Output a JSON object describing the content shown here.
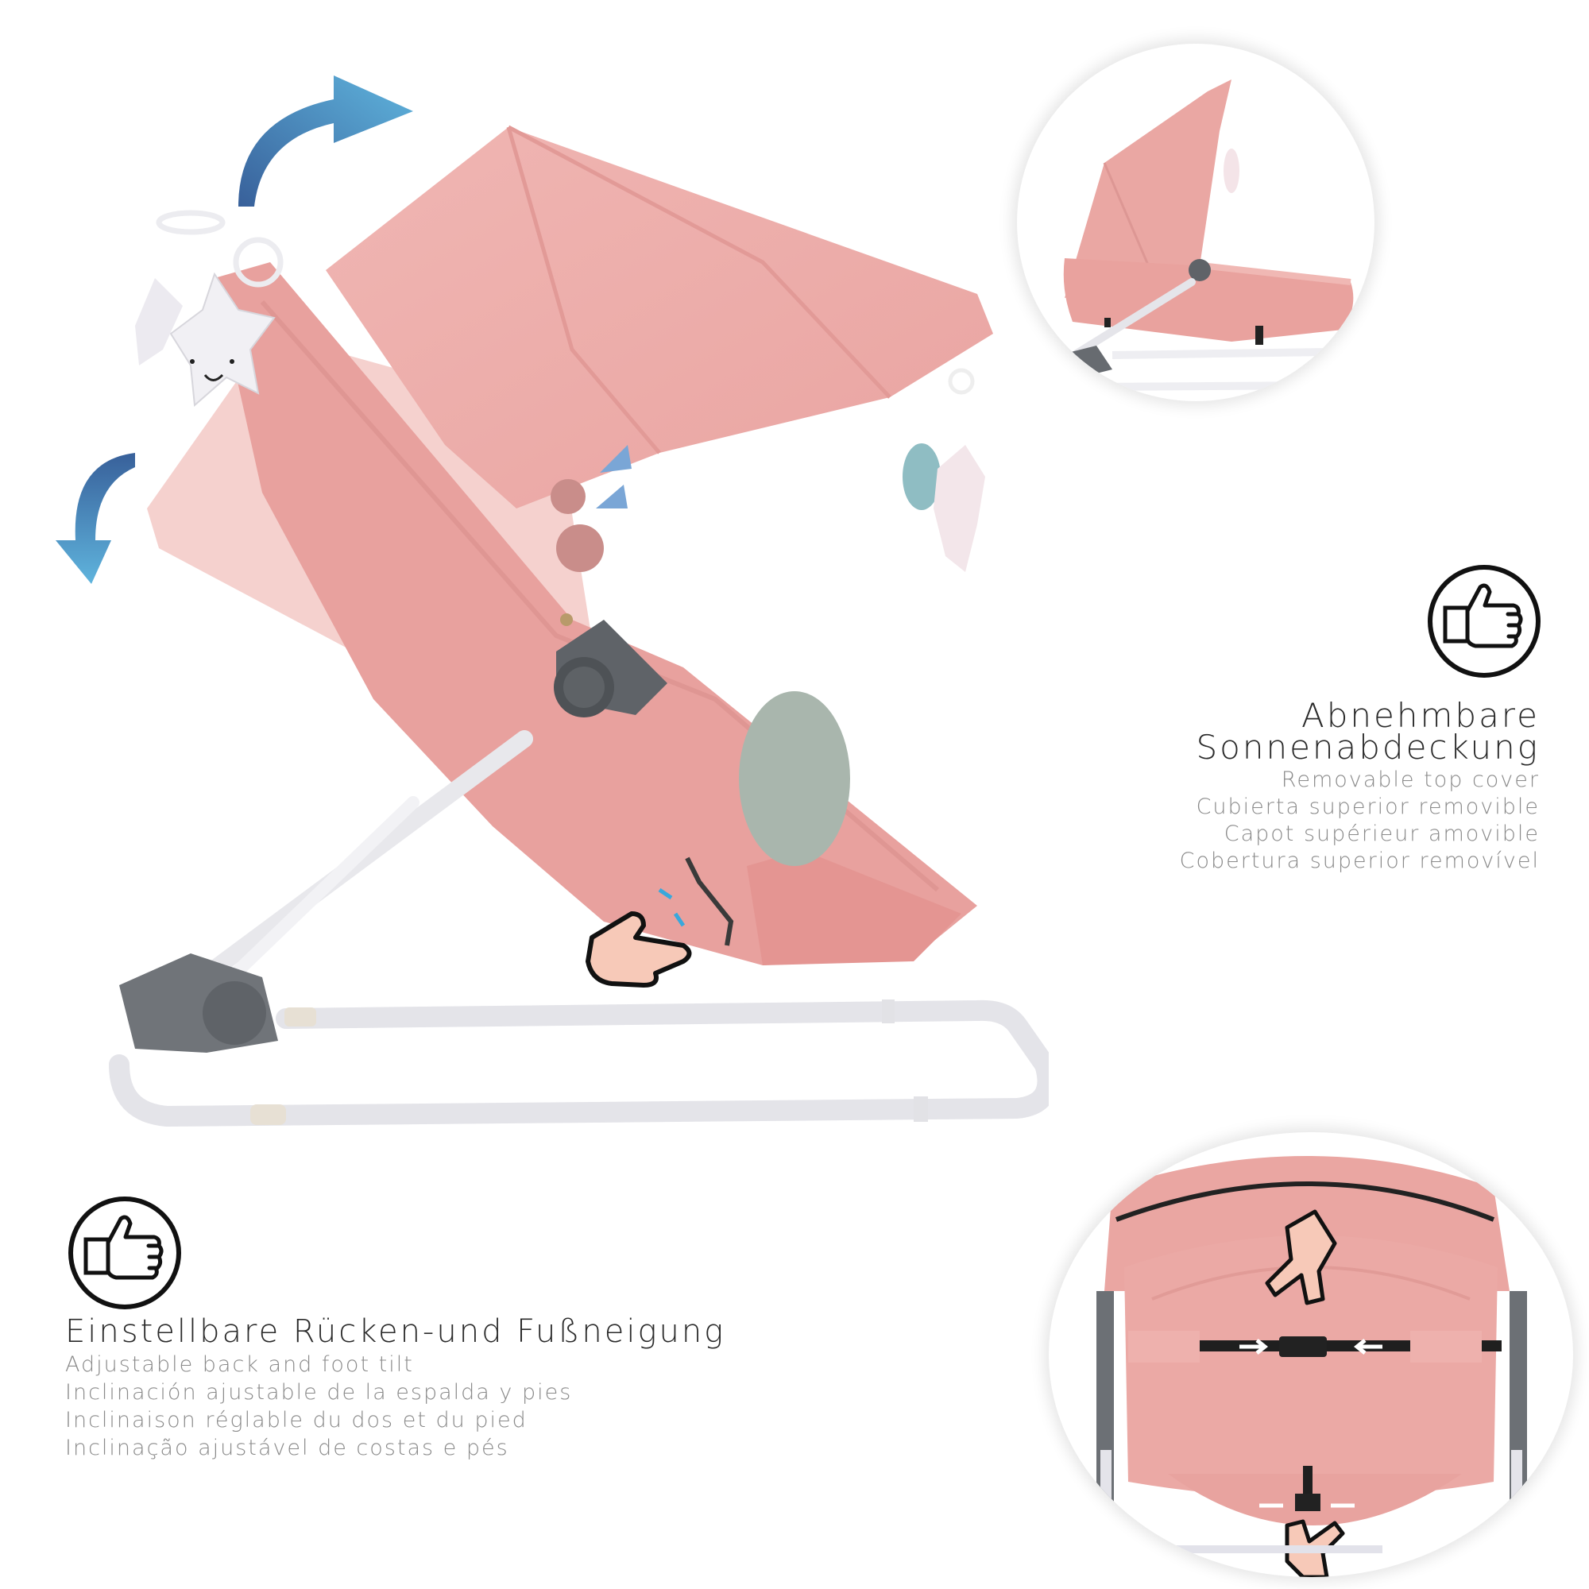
{
  "features": {
    "sun_cover": {
      "title_lines": [
        "Abnehmbare",
        "Sonnenabdeckung"
      ],
      "translations": [
        "Removable top cover",
        "Cubierta superior removible",
        "Capot supérieur amovible",
        "Cobertura superior removível"
      ],
      "icon": "thumbs-up-icon"
    },
    "tilt": {
      "title": "Einstellbare Rücken-und Fußneigung",
      "translations": [
        "Adjustable back and foot tilt",
        "Inclinación ajustable de la espalda y pies",
        "Inclinaison réglable du dos et du pied",
        "Inclinação ajustável de costas e pés"
      ],
      "icon": "thumbs-up-icon"
    }
  },
  "colors": {
    "fabric_pink": "#e9a3a0",
    "fabric_light": "#f2c4c1",
    "frame_white": "#eeeef2",
    "frame_grey": "#5f6368",
    "arrow_dark": "#3a5f9a",
    "arrow_light": "#5fb3dc",
    "hand_skin": "#f7c9b8"
  }
}
